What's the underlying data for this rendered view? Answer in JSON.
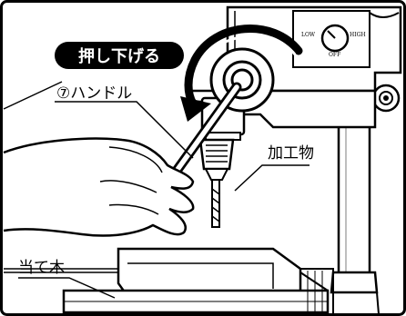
{
  "action_badge": {
    "text": "押し下げる",
    "bg": "#000000",
    "fg": "#ffffff"
  },
  "labels": {
    "handle": "⑦ハンドル",
    "workpiece": "加工物",
    "backing_board": "当て木"
  },
  "speed_switch": {
    "low": "LOW",
    "off": "OFF",
    "high": "HIGH"
  },
  "colors": {
    "line": "#000000",
    "fill": "#ffffff",
    "shade": "#d9d9d9"
  }
}
